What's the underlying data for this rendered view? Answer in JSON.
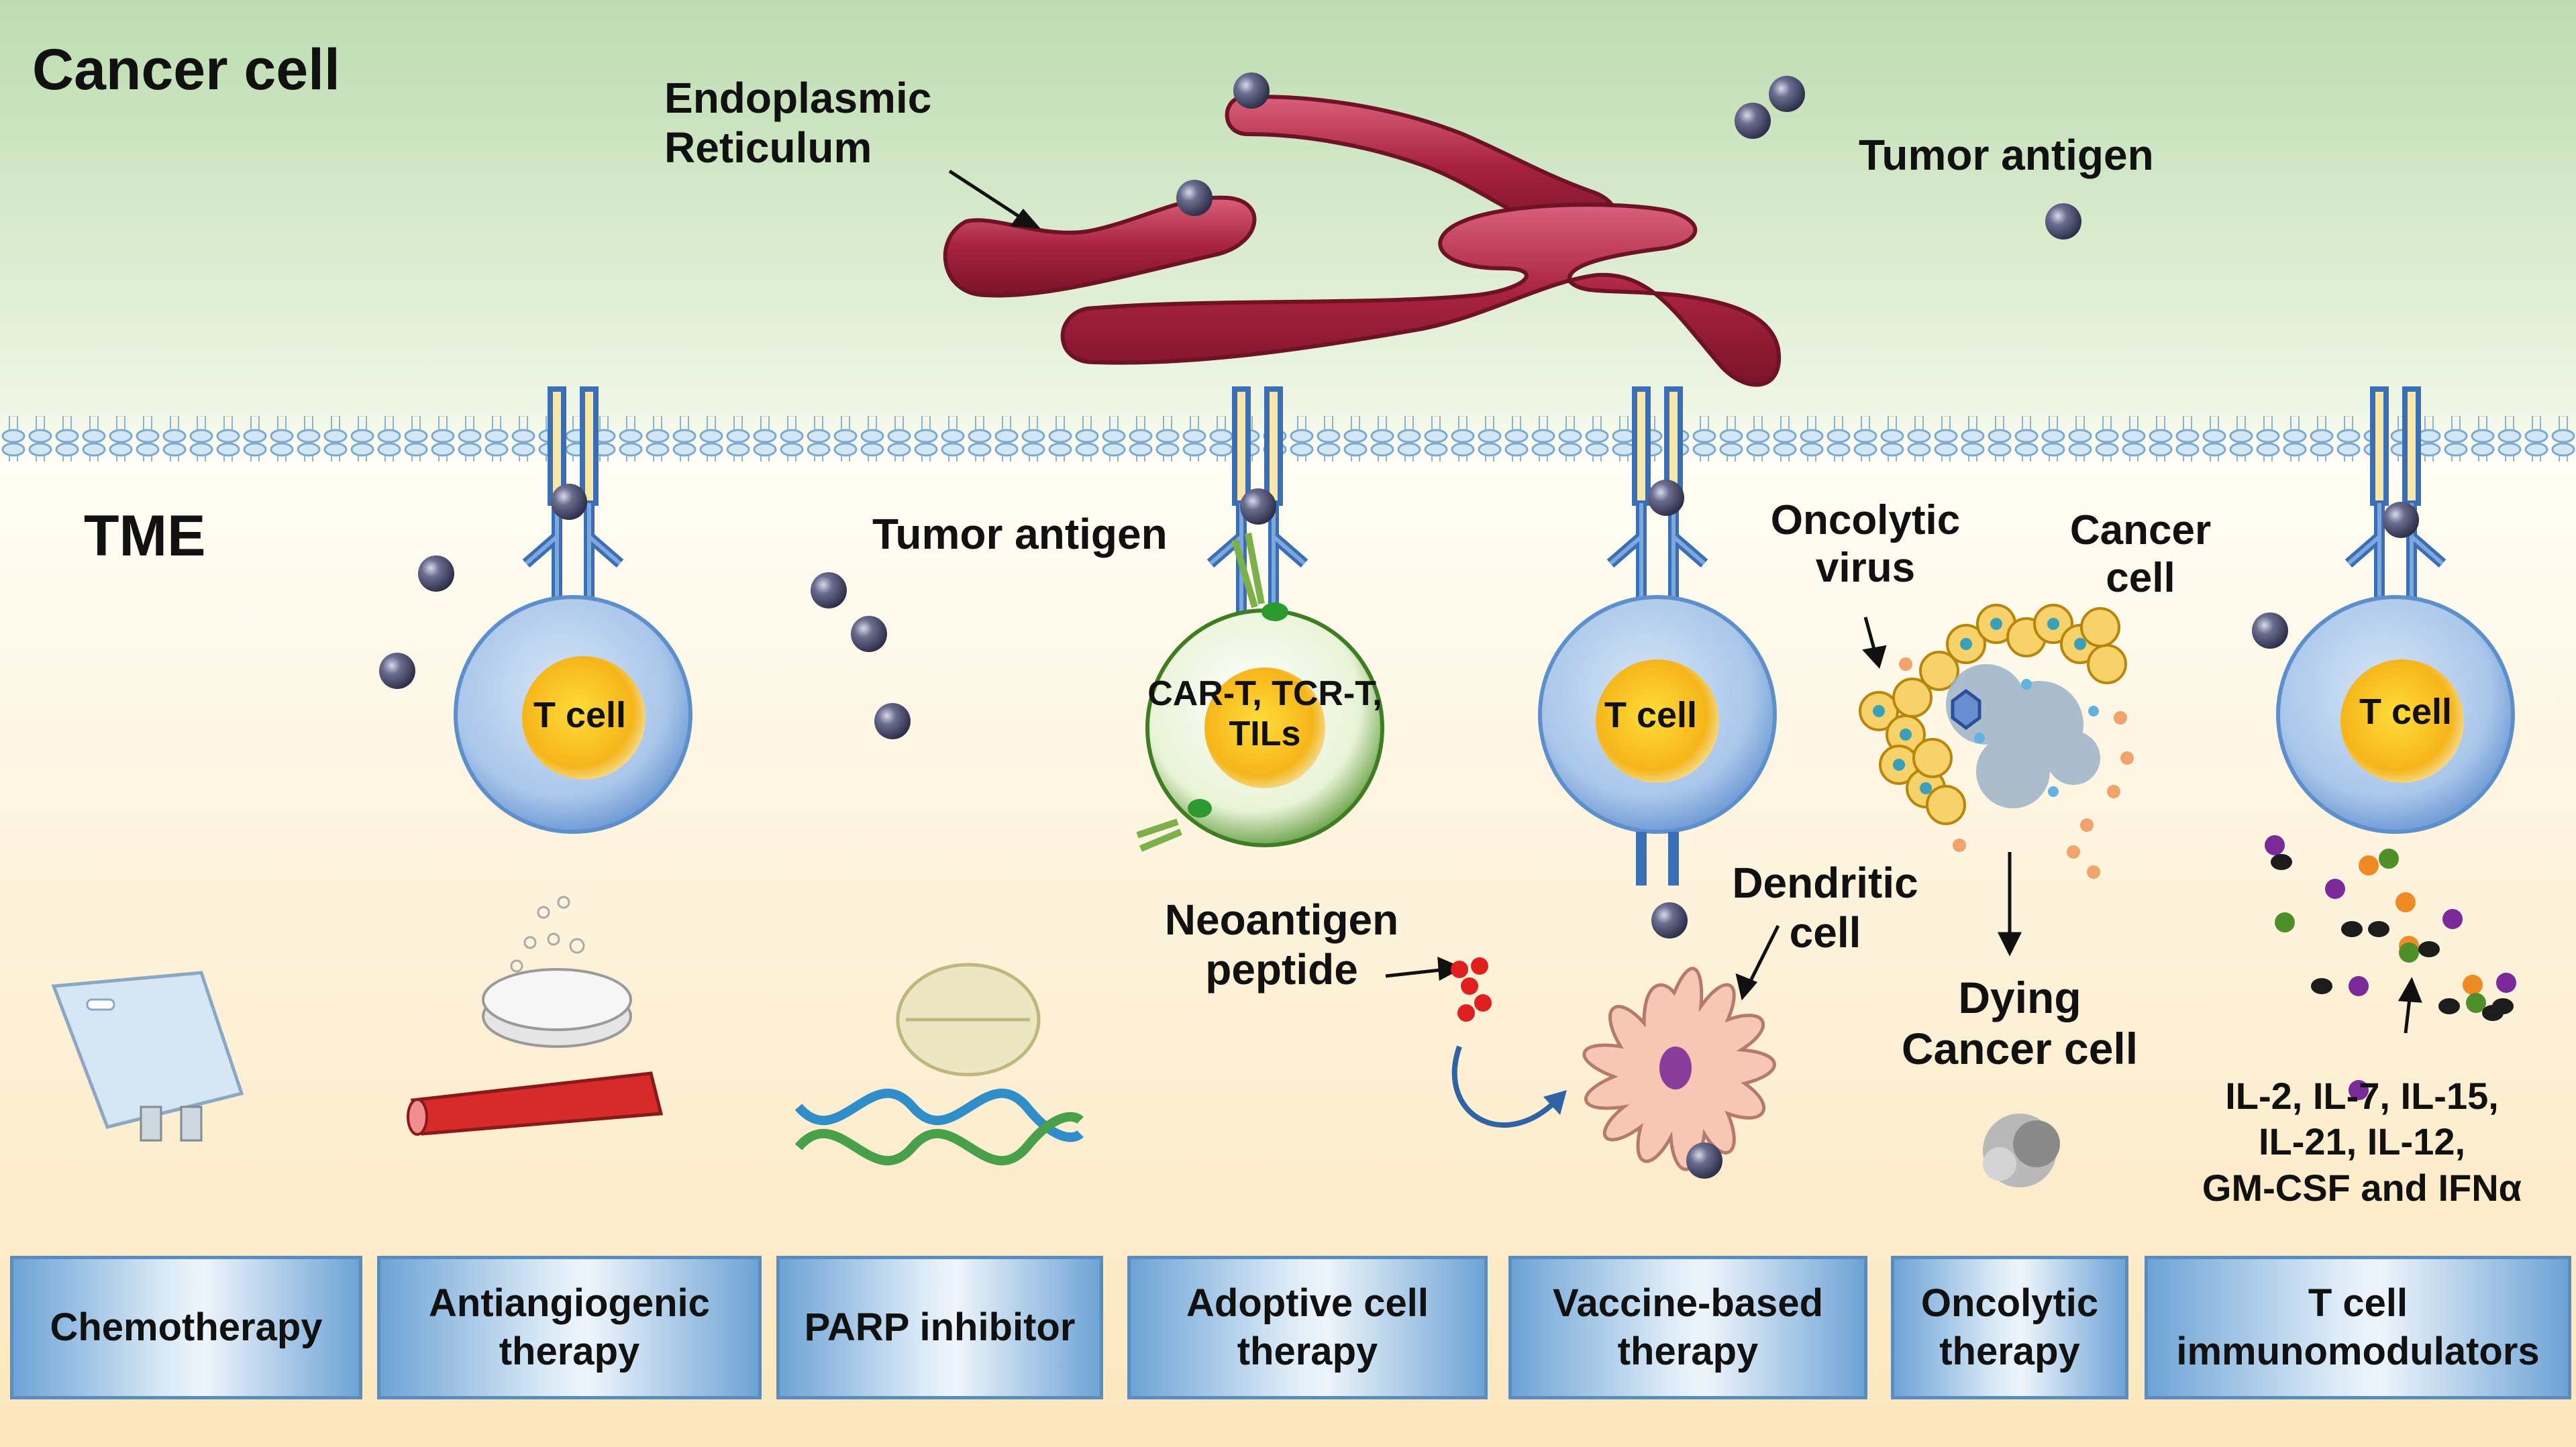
{
  "regions": {
    "cancer_cell": "Cancer cell",
    "tme": "TME"
  },
  "labels": {
    "endoplasmic_reticulum": "Endoplasmic\nReticulum",
    "tumor_antigen_top": "Tumor antigen",
    "tumor_antigen_mid": "Tumor antigen",
    "t_cell": "T cell",
    "car_t": "CAR-T, TCR-T,\nTILs",
    "oncolytic_virus": "Oncolytic\nvirus",
    "cancer_cell_cluster": "Cancer\ncell",
    "dendritic_cell": "Dendritic\ncell",
    "neoantigen_peptide": "Neoantigen\npeptide",
    "dying_cancer_cell": "Dying\nCancer cell",
    "cytokines": "IL-2, IL-7, IL-15,\nIL-21, IL-12,\nGM-CSF and IFNα"
  },
  "therapies": [
    "Chemotherapy",
    "Antiangiogenic\ntherapy",
    "PARP inhibitor",
    "Adoptive cell\ntherapy",
    "Vaccine-based\ntherapy",
    "Oncolytic\ntherapy",
    "T cell\nimmunomodulators"
  ],
  "colors": {
    "top_bg": "#c6e1ba",
    "bottom_bg": "#fbeccb",
    "membrane": "#b9d8ee",
    "receptor": "#3a6fb5",
    "er": "#b8324f",
    "antigen": "#4a4a6e",
    "t_cell_body": "#a9c6ea",
    "nucleus": "#f6c21a"
  }
}
